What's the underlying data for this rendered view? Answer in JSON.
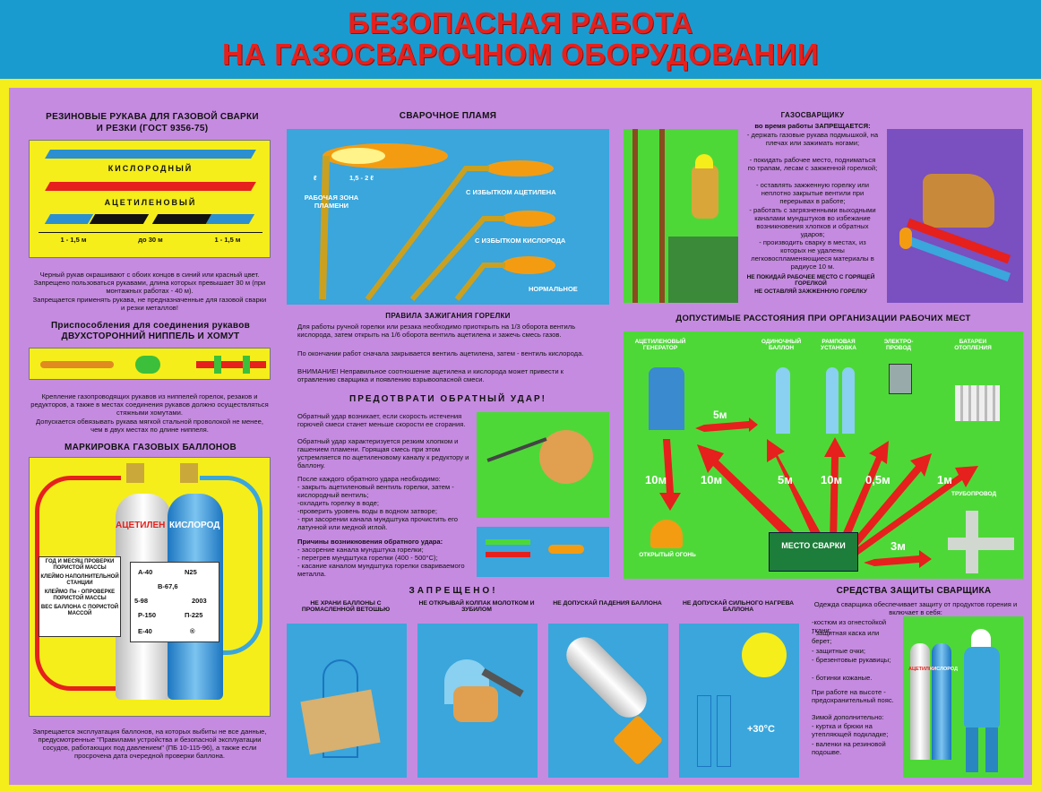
{
  "title": {
    "line1": "БЕЗОПАСНАЯ РАБОТА",
    "line2": "НА ГАЗОСВАРОЧНОМ ОБОРУДОВАНИИ"
  },
  "hoses": {
    "title": "РЕЗИНОВЫЕ РУКАВА ДЛЯ ГАЗОВОЙ СВАРКИ И РЕЗКИ (ГОСТ 9356-75)",
    "oxygen_label": "КИСЛОРОДНЫЙ",
    "acetylene_label": "АЦЕТИЛЕНОВЫЙ",
    "dim_left": "1 - 1,5 м",
    "dim_mid": "до 30 м",
    "dim_right": "1 - 1,5 м",
    "text1": "Черный рукав окрашивают с обоих концов в синий или красный цвет. Запрещено пользоваться рукавами, длина которых превышает 30 м (при монтажных работах - 40 м).",
    "text2": "Запрещается применять рукава, не предназначенные для газовой сварки и резки металлов!"
  },
  "connectors": {
    "title": "Приспособления для соединения рукавов ДВУХСТОРОННИЙ НИППЕЛЬ И ХОМУТ",
    "text1": "Крепление газопроводящих рукавов из ниппелей горелок, резаков и редукторов, а также в местах соединения рукавов должно осуществляться стяжными хомутами.",
    "text2": "Допускается обвязывать рукава мягкой стальной проволокой не менее, чем в двух местах по длине ниппеля."
  },
  "cylinders": {
    "title": "МАРКИРОВКА ГАЗОВЫХ БАЛЛОНОВ",
    "acetylene_word": "АЦЕТИЛЕН",
    "oxygen_word": "КИСЛОРОД",
    "legend1": "ГОД И МЕСЯЦ ПРОВЕРКИ ПОРИСТОЙ МАССЫ",
    "legend2": "КЛЕЙМО НАПОЛНИТЕЛЬНОЙ СТАНЦИИ",
    "legend3": "КЛЕЙМО Пн - ОПРОВЕРКЕ ПОРИСТОЙ МАССЫ",
    "legend4": "ВЕС БАЛЛОНА С ПОРИСТОЙ МАССОЙ",
    "mark_a40": "А-40",
    "mark_n25": "N25",
    "mark_b676": "В-67,6",
    "mark_598": "5-98",
    "mark_2003": "2003",
    "mark_p150": "Р-150",
    "mark_p225": "П-225",
    "mark_e40": "Е-40",
    "mark_r": "®",
    "text": "Запрещается эксплуатация баллонов, на которых выбиты не все данные, предусмотренные \"Правилами устройства и безопасной эксплуатации сосудов, работающих под давлением\" (ПБ 10-115-96), а также если просрочена дата очередной проверки баллона."
  },
  "flame": {
    "title": "СВАРОЧНОЕ ПЛАМЯ",
    "dim1": "ℓ",
    "dim2": "1,5 - 2 ℓ",
    "zone": "РАБОЧАЯ ЗОНА ПЛАМЕНИ",
    "excess_acetylene": "С ИЗБЫТКОМ АЦЕТИЛЕНА",
    "excess_oxygen": "С ИЗБЫТКОМ КИСЛОРОДА",
    "normal": "НОРМАЛЬНОЕ"
  },
  "ignition": {
    "title": "ПРАВИЛА ЗАЖИГАНИЯ ГОРЕЛКИ",
    "p1": "Для работы ручной горелки или резака необходимо приоткрыть на 1/3 оборота вентиль кислорода, затем открыть на 1/6 оборота вентиль ацетилена и зажечь смесь газов.",
    "p2": "По окончании работ сначала закрывается вентиль ацетилена, затем - вентиль кислорода.",
    "p3": "ВНИМАНИЕ! Неправильное соотношение ацетилена и кислорода может привести к отравлению сварщика и появлению взрывоопасной смеси."
  },
  "backfire": {
    "title": "ПРЕДОТВРАТИ ОБРАТНЫЙ УДАР!",
    "p1": "Обратный удар возникает, если скорость истечения горючей смеси станет меньше скорости ее сгорания.",
    "p2": "Обратный удар характеризуется резким хлопком и гашением пламени. Горящая смесь при этом устремляется по ацетиленовому каналу к редуктору и баллону.",
    "p3": "После каждого обратного удара необходимо:",
    "p4": "- закрыть ацетиленовый вентиль горелки, затем - кислородный вентиль;",
    "p5": "-охладить горелку в воде;",
    "p6": "-проверить уровень воды в водном затворе;",
    "p7": "- при засорении канала мундштука прочистить его латунной или медной иглой.",
    "p8": "Причины возникновения обратного удара:",
    "p9": "- засорение канала мундштука горелки;",
    "p10": "- перегрев мундштука горелки (400 - 500°С);",
    "p11": "- касание каналом мундштука горелки свариваемого металла."
  },
  "welder_forbidden": {
    "title": "ГАЗОСВАРЩИКУ",
    "subtitle": "во время работы ЗАПРЕЩАЕТСЯ:",
    "i1": "- держать газовые рукава подмышкой, на плечах или зажимать ногами;",
    "i2": "- покидать рабочее место, подниматься по трапам, лесам с зажженной горелкой;",
    "i3": "- оставлять зажженную горелку или неплотно закрытые вентили при перерывах в работе;",
    "i4": "- работать с загрязненными выходными каналами мундштуков во избежание возникновения хлопков и обратных ударов;",
    "i5": "- производить сварку в местах, из которых не удалены легковоспламеняющиеся материалы в радиусе 10 м.",
    "note1": "НЕ ПОКИДАЙ РАБОЧЕЕ МЕСТО С ГОРЯЩЕЙ ГОРЕЛКОЙ",
    "note2": "НЕ ОСТАВЛЯЙ ЗАЖЖЕННУЮ ГОРЕЛКУ"
  },
  "distances": {
    "title": "ДОПУСТИМЫЕ РАССТОЯНИЯ ПРИ ОРГАНИЗАЦИИ РАБОЧИХ МЕСТ",
    "generator": "АЦЕТИЛЕНОВЫЙ ГЕНЕРАТОР",
    "single": "ОДИНОЧНЫЙ БАЛЛОН",
    "ramp": "РАМПОВАЯ УСТАНОВКА",
    "wire": "ЭЛЕКТРО-ПРОВОД",
    "heating": "БАТАРЕИ ОТОПЛЕНИЯ",
    "d5m_top": "5м",
    "d10m_a": "10м",
    "d10m_b": "10м",
    "d5m_b": "5м",
    "d10m_c": "10м",
    "d05m": "0,5м",
    "d1m": "1м",
    "pipeline": "ТРУБОПРОВОД",
    "open_fire": "ОТКРЫТЫЙ ОГОНЬ",
    "place": "МЕСТО СВАРКИ",
    "d3m": "3м"
  },
  "forbidden": {
    "title": "ЗАПРЕЩЕНО!",
    "c1": "НЕ ХРАНИ БАЛЛОНЫ С ПРОМАСЛЕННОЙ ВЕТОШЬЮ",
    "c2": "НЕ ОТКРЫВАЙ КОЛПАК МОЛОТКОМ И ЗУБИЛОМ",
    "c3": "НЕ ДОПУСКАЙ ПАДЕНИЯ БАЛЛОНА",
    "c4": "НЕ ДОПУСКАЙ СИЛЬНОГО НАГРЕВА БАЛЛОНА",
    "temp": "+30°С"
  },
  "protection": {
    "title": "СРЕДСТВА ЗАЩИТЫ СВАРЩИКА",
    "t1": "Одежда сварщика обеспечивает защиту от продуктов горения и включает в себя:",
    "t2": "-костюм из огнестойкой ткани;",
    "t3": "- защитная каска или берет;",
    "t4": "- защитные очки;",
    "t5": "- брезентовые рукавицы;",
    "t6": "- ботинки кожаные.",
    "t7": "При работе на высоте - предохранительный пояс.",
    "t8": "Зимой дополнительно:",
    "t9": "- куртка и брюки на утепляющей подкладке;",
    "t10": "- валенки на резиновой подошве.",
    "cyl_a": "АЦЕТИЛЕН",
    "cyl_o": "КИСЛОРОД"
  },
  "colors": {
    "header_bg": "#1a9bd0",
    "title": "#e6201c",
    "panel": "#c58be0",
    "frame": "#f5ee1a",
    "green": "#4ed838",
    "blue": "#3aa6dc",
    "red": "#e6201c"
  }
}
